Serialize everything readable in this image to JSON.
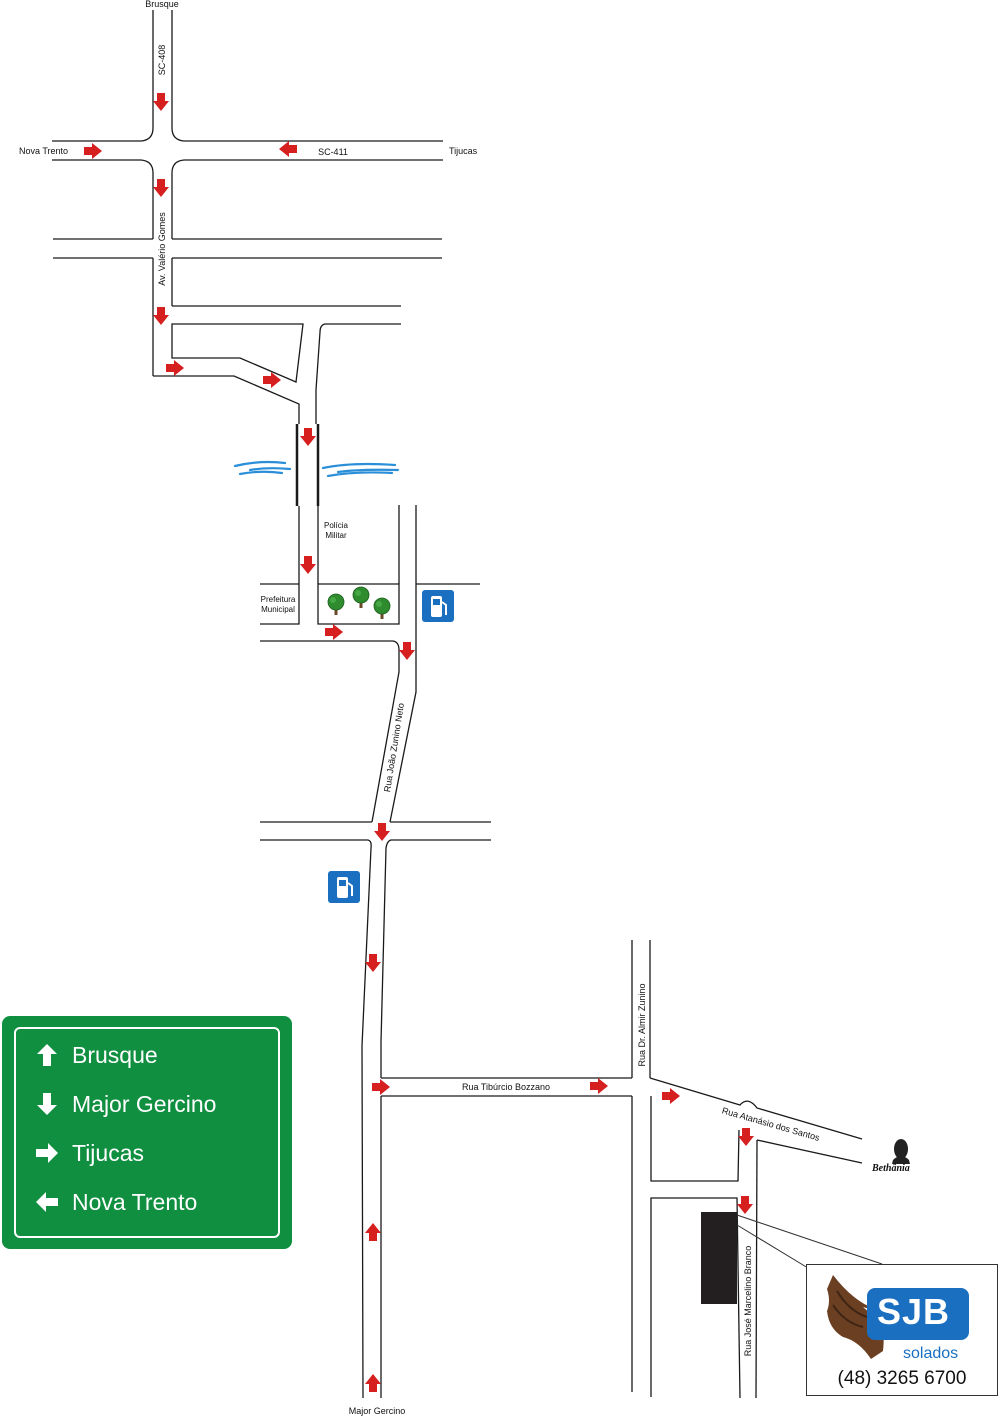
{
  "places": {
    "brusque": "Brusque",
    "nova_trento": "Nova Trento",
    "tijucas": "Tijucas",
    "major_gercino": "Major Gercino",
    "policia": [
      "Polícia",
      "Militar"
    ],
    "prefeitura": [
      "Prefeitura",
      "Municipal"
    ],
    "bethania": "Bethânia"
  },
  "roads": {
    "sc408": "SC-408",
    "sc411": "SC-411",
    "valerio": "Av. Valério Gomes",
    "joao_zunino": "Rua João Zunino Neto",
    "tiburcio": "Rua Tibúrcio Bozzano",
    "almir": "Rua Dr. Almir Zunino",
    "atanasio": "Rua Atanásio dos Santos",
    "marcelino": "Rua José Marcelino Branco"
  },
  "legend": [
    {
      "direction": "up",
      "label": "Brusque"
    },
    {
      "direction": "down",
      "label": "Major Gercino"
    },
    {
      "direction": "right",
      "label": "Tijucas"
    },
    {
      "direction": "left",
      "label": "Nova Trento"
    }
  ],
  "company": {
    "name": "SJB",
    "tagline": "solados",
    "phone": "(48) 3265 6700"
  },
  "colors": {
    "arrow": "#d62020",
    "legend_bg": "#0f8f3f",
    "fuel_icon": "#1a6fc0",
    "river": "#2a8fd8",
    "trees": "#2e8b2e"
  },
  "icons": [
    "fuel-station-icon",
    "tree-icon",
    "direction-arrow-icon",
    "eagle-logo-icon"
  ]
}
